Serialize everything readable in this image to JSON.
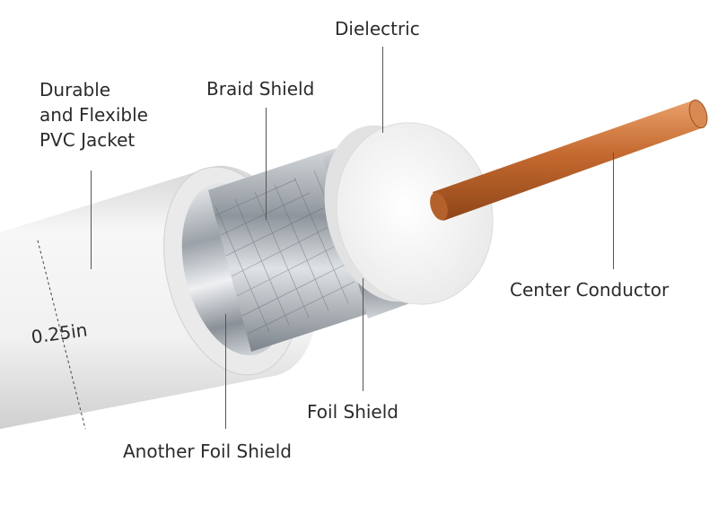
{
  "labels": {
    "jacket": [
      "Durable",
      "and Flexible",
      "PVC Jacket"
    ],
    "braid": "Braid Shield",
    "dielectric": "Dielectric",
    "center": "Center Conductor",
    "foil": "Foil Shield",
    "another_foil": "Another Foil Shield",
    "diameter": "0.25in"
  },
  "colors": {
    "jacket": "#f4f4f4",
    "copper": "#c7713a",
    "foil": "#b9bec4",
    "dielectric": "#f7f7f7"
  }
}
